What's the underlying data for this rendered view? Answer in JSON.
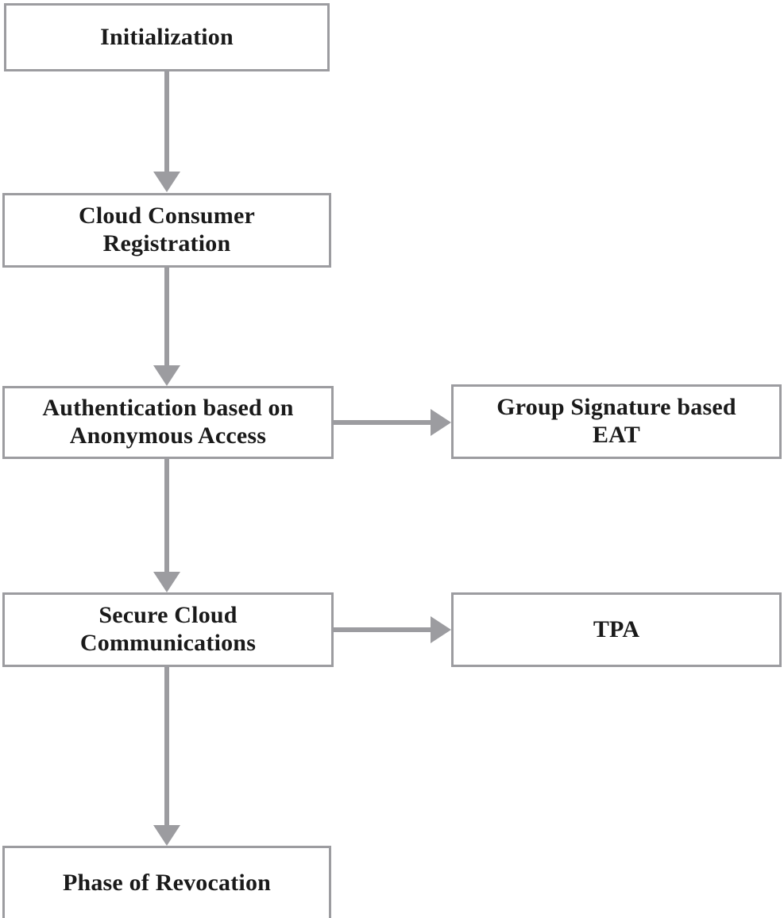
{
  "diagram": {
    "type": "flowchart",
    "title": "",
    "background_color": "#ffffff",
    "node_border_color": "#9c9ca0",
    "connector_color": "#9c9ca0",
    "text_color": "#1a1a1a",
    "nodes": [
      {
        "id": "initialization",
        "label": "Initialization",
        "column": "left"
      },
      {
        "id": "cloud-consumer-registration",
        "label": "Cloud Consumer\nRegistration",
        "column": "left"
      },
      {
        "id": "authentication-anonymous-access",
        "label": "Authentication based on\nAnonymous Access",
        "column": "left"
      },
      {
        "id": "group-signature-eat",
        "label": "Group Signature based\nEAT",
        "column": "right"
      },
      {
        "id": "secure-cloud-communications",
        "label": "Secure Cloud\nCommunications",
        "column": "left"
      },
      {
        "id": "tpa",
        "label": "TPA",
        "column": "right"
      },
      {
        "id": "phase-of-revocation",
        "label": "Phase of Revocation",
        "column": "left"
      }
    ],
    "edges": [
      {
        "from": "initialization",
        "to": "cloud-consumer-registration",
        "direction": "down"
      },
      {
        "from": "cloud-consumer-registration",
        "to": "authentication-anonymous-access",
        "direction": "down"
      },
      {
        "from": "authentication-anonymous-access",
        "to": "group-signature-eat",
        "direction": "right"
      },
      {
        "from": "authentication-anonymous-access",
        "to": "secure-cloud-communications",
        "direction": "down"
      },
      {
        "from": "secure-cloud-communications",
        "to": "tpa",
        "direction": "right"
      },
      {
        "from": "secure-cloud-communications",
        "to": "phase-of-revocation",
        "direction": "down"
      }
    ]
  }
}
